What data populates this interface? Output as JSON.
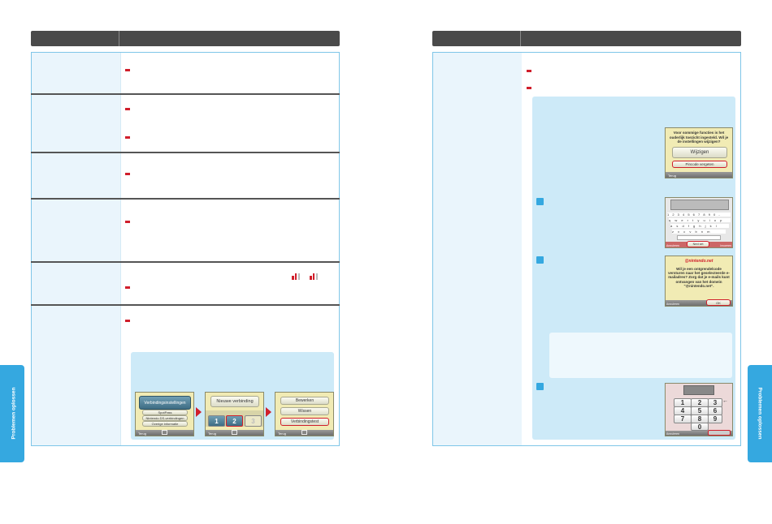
{
  "side_tab_left": {
    "label": "Problemen oplossen"
  },
  "side_tab_right": {
    "label": "Problemen oplossen"
  },
  "left_figure": {
    "screen1": {
      "big_button": "Verbindingsinstellingen",
      "buttons": [
        "SpotPass",
        "Nintendo DS-verbindingen",
        "Overige informatie"
      ],
      "footer_left": "Terug"
    },
    "screen2": {
      "button": "Nieuwe verbinding",
      "slot_numbers": [
        "1",
        "2",
        "3"
      ],
      "footer_left": "Terug"
    },
    "screen3": {
      "buttons": [
        "Bewerken",
        "Wissen",
        "Verbindingstest"
      ],
      "footer_left": "Terug"
    }
  },
  "right_figure": {
    "screen1": {
      "message": "Voor sommige functies is het ouderlijk toezicht ingesteld. Wil je de instellingen wijzigen?",
      "button1": "Wijzigen",
      "button2": "Pincode vergeten",
      "footer_left": "Terug"
    },
    "screen2": {
      "keyboard_row1": "1 2 3 4 5 6 7 8 9 0 -",
      "keyboard_row2": "q w e r t y u i o p",
      "keyboard_row3": "a s d f g h j k l",
      "keyboard_row4": "z x c v b n m",
      "footer_left": "Annuleren",
      "footer_button": "Next set",
      "footer_right": "Invoeren"
    },
    "screen3": {
      "domain": "@nintendo.net",
      "message": "Wil je een ontgrendelcode versturen naar het geselecteerde e-mailadres? Zorg dat je e-mails kunt ontvangen van het domein \"@nintendo.net\".",
      "footer_left": "Annuleren",
      "footer_right": "OK"
    },
    "screen4": {
      "numbers": [
        "1",
        "2",
        "3",
        "4",
        "5",
        "6",
        "7",
        "8",
        "9",
        "0"
      ],
      "footer_left": "Annuleren"
    }
  },
  "colors": {
    "header": "#4a4a4a",
    "panel_border": "#7fc6e8",
    "bullet": "#d01e2b",
    "tab": "#35a8e0",
    "screen_bg": "#f1ebb4"
  }
}
